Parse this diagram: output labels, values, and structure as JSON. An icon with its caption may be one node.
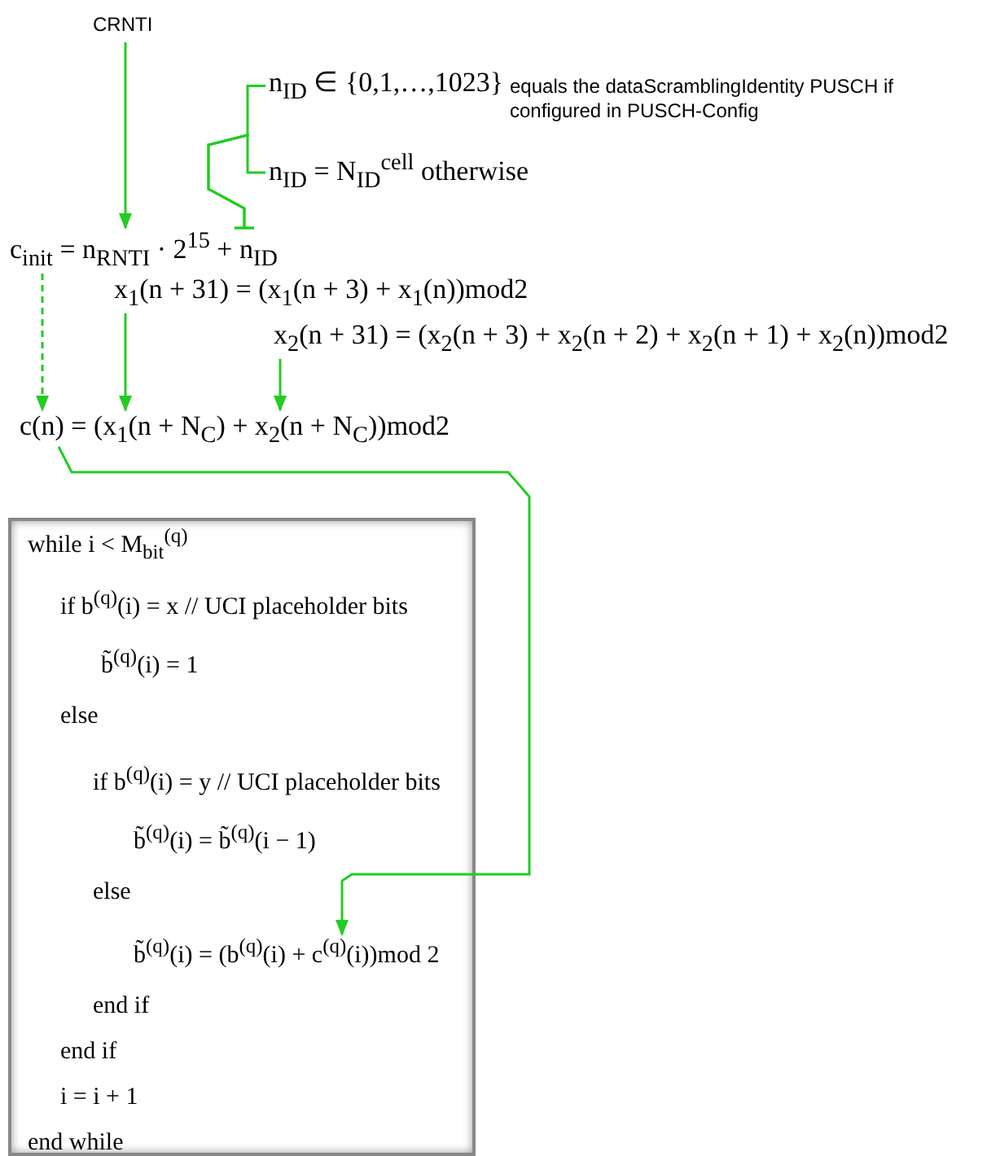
{
  "diagram": {
    "nodes": [
      {
        "text": [
          "CRNTI"
        ]
      },
      {
        "text": [
          "n$_{ID}$ ∈ {0,1,…,1023}",
          "equals the dataScramblingIdentity PUSCH if configured in PUSCH-Config"
        ]
      },
      {
        "text": [
          "n$_{ID}$ = N$_{ID}$$^{cell}$ otherwise"
        ]
      },
      {
        "text": [
          "c$_{init}$ = n$_{RNTI}$ · 2$^{15}$ + n$_{ID}$"
        ]
      },
      {
        "text": [
          "x$_{1}$(n + 31) = (x$_{1}$(n + 3) + x$_{1}$(n))mod2"
        ]
      },
      {
        "text": [
          "x$_{2}$(n + 31) = (x$_{2}$(n + 3) + x$_{2}$(n + 2) + x$_{2}$(n + 1) + x$_{2}$(n))mod2"
        ]
      },
      {
        "text": [
          "c(n) = (x$_{1}$(n + N$_{C}$) + x$_{2}$(n + N$_{C}$))mod2"
        ]
      },
      {
        "text": [],
        "shape": "box"
      },
      {
        "text": [
          "while i < M$_{bit}$$^{(q)}$"
        ],
        "in": 7
      },
      {
        "text": [
          "if b$^{(q)}$(i) = x // UCI placeholder bits"
        ],
        "in": 7
      },
      {
        "text": [
          "b̃$^{(q)}$(i) = 1"
        ],
        "in": 7
      },
      {
        "text": [
          "else"
        ],
        "in": 7
      },
      {
        "text": [
          "if b$^{(q)}$(i) = y // UCI placeholder bits"
        ],
        "in": 7
      },
      {
        "text": [
          "b̃$^{(q)}$(i) = b̃$^{(q)}$(i − 1)"
        ],
        "in": 7
      },
      {
        "text": [
          "else"
        ],
        "in": 7
      },
      {
        "text": [
          "b̃$^{(q)}$(i) = (b$^{(q)}$(i) + c$^{(q)}$(i))mod 2"
        ],
        "in": 7
      },
      {
        "text": [
          "end if"
        ],
        "in": 7
      },
      {
        "text": [
          "end if"
        ],
        "in": 7
      },
      {
        "text": [
          "i = i + 1"
        ],
        "in": 7
      },
      {
        "text": [
          "end while"
        ],
        "in": 7
      }
    ],
    "edges": [
      {
        "from": 0,
        "to": 3,
        "arrow": "to"
      },
      {
        "from": 1,
        "to": 3,
        "arrow": "other"
      },
      {
        "from": 2,
        "to": 3,
        "arrow": "other"
      },
      {
        "from": 3,
        "to": 6,
        "arrow": "to",
        "style": "dashed"
      },
      {
        "from": 4,
        "to": 6,
        "arrow": "to"
      },
      {
        "from": 5,
        "to": 6,
        "arrow": "to"
      },
      {
        "from": 6,
        "to": 15,
        "arrow": "to"
      }
    ]
  }
}
